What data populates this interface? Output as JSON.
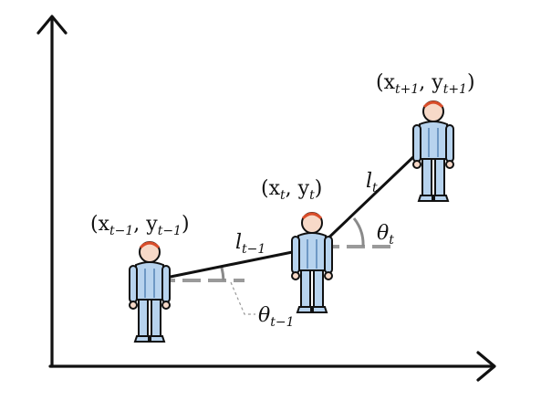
{
  "diagram": {
    "colors": {
      "axis": "#111111",
      "trajectory": "#111111",
      "dashed_reference": "#9a9a9a",
      "angle_arc": "#8a8a8a",
      "leader_line": "#9a9a9a",
      "body_fill": "#b7d3ee",
      "body_shade": "#6e98c4",
      "skin": "#f7d9c8",
      "hair": "#d94d2a",
      "outline": "#111111"
    },
    "points": [
      {
        "id": "t-1",
        "label_var": "(x",
        "label_sub_x": "t−1",
        "label_mid": ", y",
        "label_sub_y": "t−1",
        "label_close": ")"
      },
      {
        "id": "t",
        "label_var": "(x",
        "label_sub_x": "t",
        "label_mid": ", y",
        "label_sub_y": "t",
        "label_close": ")"
      },
      {
        "id": "t+1",
        "label_var": "(x",
        "label_sub_x": "t+1",
        "label_mid": ", y",
        "label_sub_y": "t+1",
        "label_close": ")"
      }
    ],
    "segments": [
      {
        "id": "l-prev",
        "main": "l",
        "sub": "t−1"
      },
      {
        "id": "l-curr",
        "main": "l",
        "sub": "t"
      }
    ],
    "angles": [
      {
        "id": "theta-prev",
        "main": "θ",
        "sub": "t−1"
      },
      {
        "id": "theta-curr",
        "main": "θ",
        "sub": "t"
      }
    ],
    "icon": "person-icon"
  }
}
